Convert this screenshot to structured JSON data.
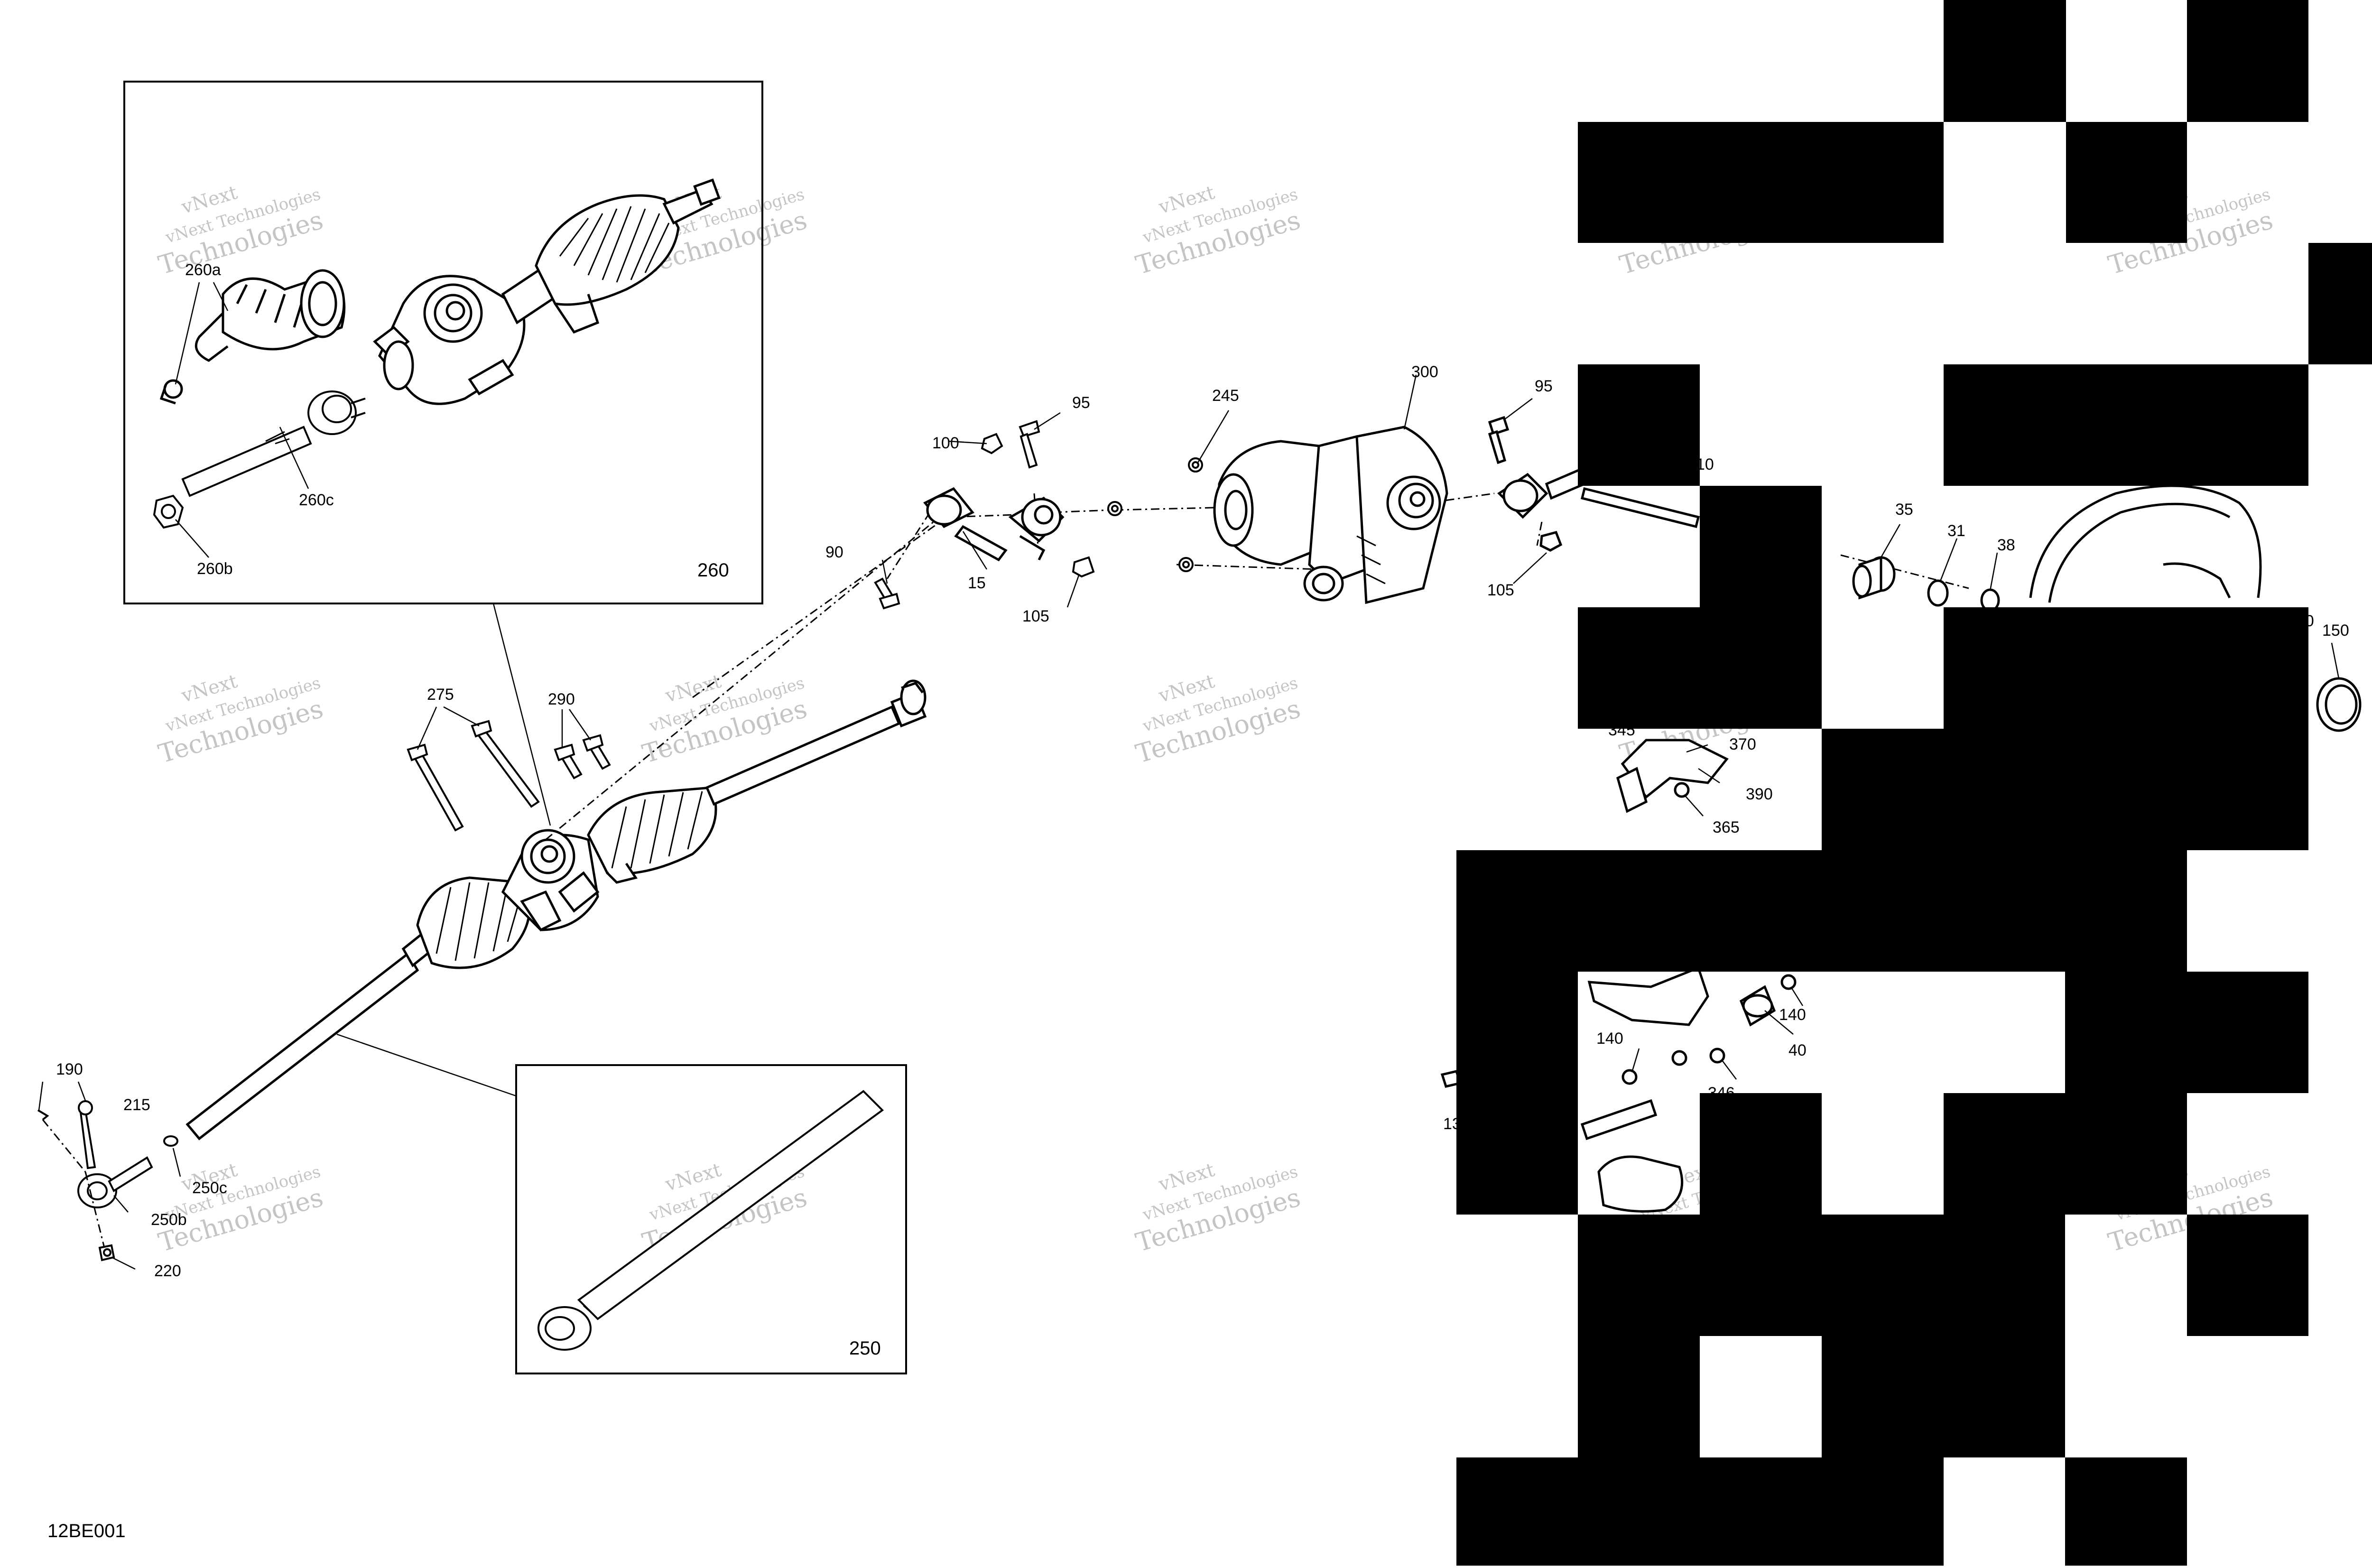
{
  "diagram_code": "12BE001",
  "watermark": {
    "line1": "vNext",
    "line2": "vNext Technologies",
    "line3": "Technologies"
  },
  "callouts": {
    "c260a": "260a",
    "c260b": "260b",
    "c260c": "260c",
    "c260": "260",
    "c250": "250",
    "c250b": "250b",
    "c250c": "250c",
    "c190": "190",
    "c215": "215",
    "c220": "220",
    "c275": "275",
    "c290": "290",
    "c90": "90",
    "c100": "100",
    "c95a": "95",
    "c15": "15",
    "c105a": "105",
    "c245": "245",
    "c300": "300",
    "c95b": "95",
    "c105b": "105",
    "c10": "10",
    "c35": "35",
    "c31": "31",
    "c38": "38",
    "c60": "60",
    "c150": "150",
    "c345": "345",
    "c370": "370",
    "c390": "390",
    "c365": "365",
    "c140a": "140",
    "c140b": "140",
    "c40": "40",
    "c346": "346",
    "c13": "13"
  },
  "colors": {
    "background": "#ffffff",
    "ink": "#000000",
    "watermark": "#c4c4c4",
    "mask": "#000000"
  }
}
